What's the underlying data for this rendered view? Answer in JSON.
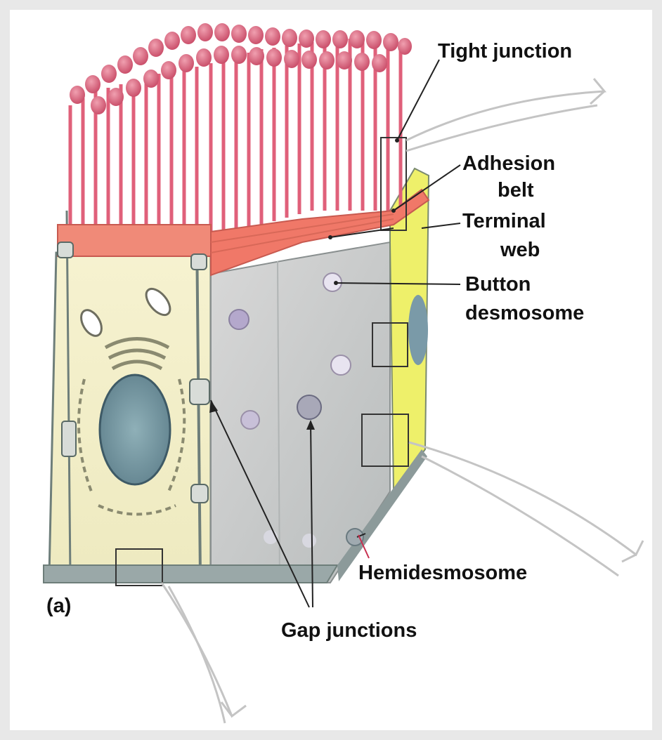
{
  "labels": {
    "tight_junction": "Tight junction",
    "adhesion_belt_line1": "Adhesion",
    "adhesion_belt_line2": "belt",
    "terminal_web_line1": "Terminal",
    "terminal_web_line2": "web",
    "button_desmosome_line1": "Button",
    "button_desmosome_line2": "desmosome",
    "hemidesmosome": "Hemidesmosome",
    "gap_junctions": "Gap junctions",
    "panel_label": "(a)"
  },
  "colors": {
    "background": "#e8e8e8",
    "microvilli": "#e0607a",
    "terminal_web": "#f08070",
    "cytoplasm": "#f4f0c8",
    "side_face": "#c8c8c8",
    "nucleus": "#7a9aa8",
    "basement": "#9aa8a8",
    "label_text": "#111111"
  }
}
